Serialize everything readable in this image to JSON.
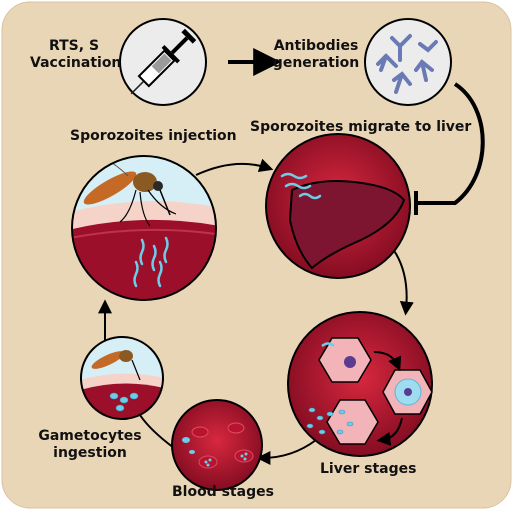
{
  "labels": {
    "vaccination_line1": "RTS, S",
    "vaccination_line2": "Vaccination",
    "antibodies_line1": "Antibodies",
    "antibodies_line2": "generation",
    "sporozoites_injection": "Sporozoites injection",
    "sporozoites_migrate": "Sporozoites migrate to liver",
    "liver_stages": "Liver stages",
    "blood_stages": "Blood stages",
    "gametocytes_line1": "Gametocytes",
    "gametocytes_line2": "ingestion"
  },
  "icons": [
    "syringe-icon",
    "antibody-icon",
    "mosquito-icon",
    "liver-icon",
    "hepatocyte-icon",
    "red-blood-cell-icon"
  ],
  "colors": {
    "background": "#e9d6b6",
    "deep_red": "#9b0f2a",
    "skin": "#f6d3c8",
    "parasite_blue": "#6ccde8",
    "antibody_blue": "#7383b8"
  }
}
